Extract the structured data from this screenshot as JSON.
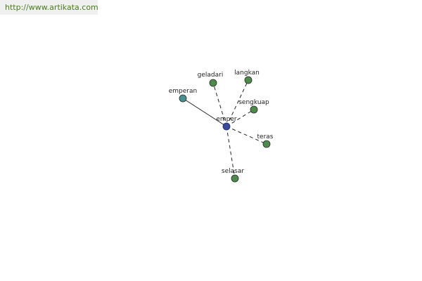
{
  "source": {
    "url_text": "http://www.artikata.com"
  },
  "graph": {
    "colors": {
      "center_node": "#3a4a9a",
      "related_node": "#4e8a4a",
      "primary_node": "#4a8f8f",
      "edge": "#222222"
    },
    "center": {
      "label": "emper"
    },
    "nodes": [
      {
        "id": "emperan",
        "label": "emperan",
        "kind": "primary",
        "edge": "solid"
      },
      {
        "id": "geladari",
        "label": "geladari",
        "kind": "related",
        "edge": "dashed"
      },
      {
        "id": "langkan",
        "label": "langkan",
        "kind": "related",
        "edge": "dashed"
      },
      {
        "id": "sengkuap",
        "label": "sengkuap",
        "kind": "related",
        "edge": "dashed"
      },
      {
        "id": "teras",
        "label": "teras",
        "kind": "related",
        "edge": "dashed"
      },
      {
        "id": "selasar",
        "label": "selasar",
        "kind": "related",
        "edge": "dashed"
      }
    ]
  }
}
